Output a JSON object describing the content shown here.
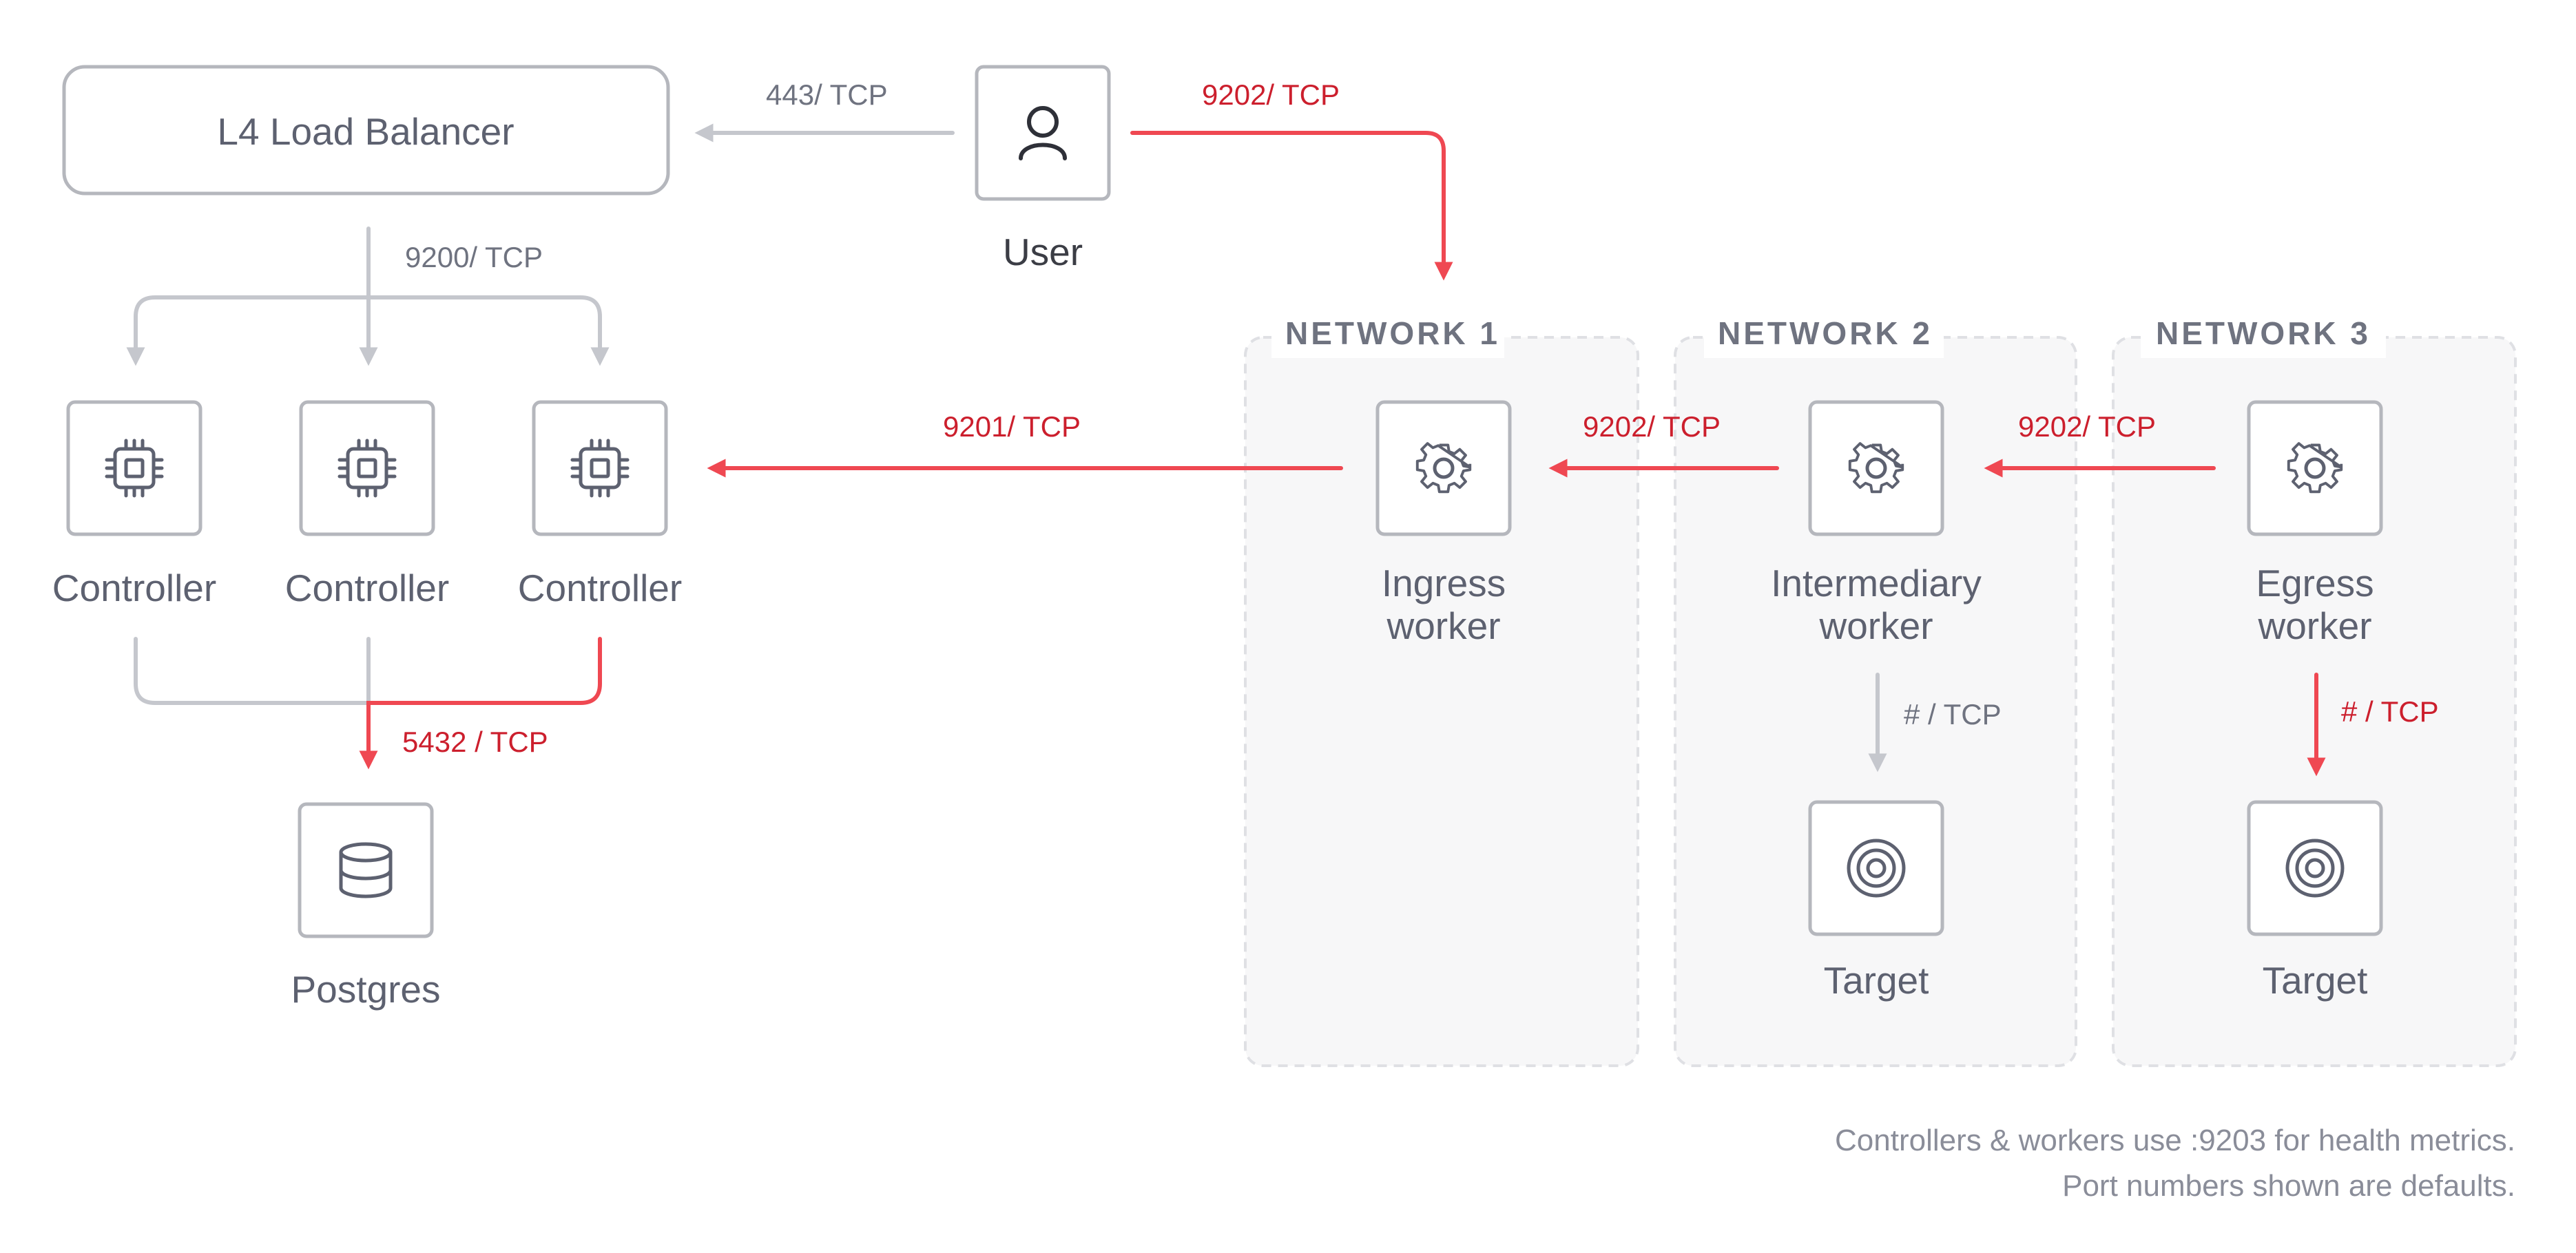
{
  "load_balancer": {
    "label": "L4 Load Balancer"
  },
  "user": {
    "label": "User"
  },
  "controllers": [
    {
      "label": "Controller"
    },
    {
      "label": "Controller"
    },
    {
      "label": "Controller"
    }
  ],
  "postgres": {
    "label": "Postgres"
  },
  "networks": [
    {
      "title": "NETWORK 1",
      "worker": {
        "line1": "Ingress",
        "line2": "worker"
      }
    },
    {
      "title": "NETWORK 2",
      "worker": {
        "line1": "Intermediary",
        "line2": "worker"
      },
      "target": {
        "label": "Target"
      }
    },
    {
      "title": "NETWORK 3",
      "worker": {
        "line1": "Egress",
        "line2": "worker"
      },
      "target": {
        "label": "Target"
      }
    }
  ],
  "edges": {
    "user_to_lb": "443/ TCP",
    "user_to_ingress": "9202/ TCP",
    "lb_to_controllers": "9200/ TCP",
    "ingress_to_controller": "9201/ TCP",
    "intermediary_to_ingress": "9202/ TCP",
    "egress_to_intermediary": "9202/ TCP",
    "controllers_to_postgres": "5432 / TCP",
    "intermediary_to_target": "# / TCP",
    "egress_to_target": "# / TCP"
  },
  "footnote": {
    "line1": "Controllers & workers use :9203 for health metrics.",
    "line2": "Port numbers shown are defaults."
  },
  "colors": {
    "accent_red": "#ef4852",
    "line_gray": "#c5c7cd",
    "box_border": "#b5b7bd",
    "icon_stroke": "#5d6170",
    "network_bg": "#f7f7f8"
  },
  "icons": {
    "user": "person-icon",
    "controller": "cpu-chip-icon",
    "postgres": "database-icon",
    "worker": "gear-icon",
    "target": "target-icon"
  }
}
